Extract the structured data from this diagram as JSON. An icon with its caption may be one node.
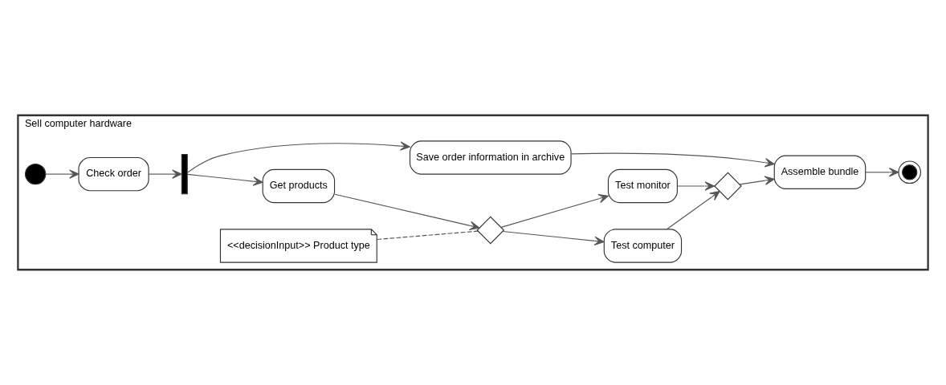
{
  "diagram": {
    "nodes": [
      {
        "text": [
          "Sell computer hardware"
        ]
      },
      {
        "text": [],
        "shape": "circle",
        "in": 0
      },
      {
        "text": [
          "Check order"
        ],
        "in": 0
      },
      {
        "text": [],
        "shape": "bar",
        "in": 0
      },
      {
        "text": [
          "Get products"
        ],
        "in": 0
      },
      {
        "text": [
          "Save order information in archive"
        ],
        "in": 0
      },
      {
        "text": [],
        "shape": "diamond",
        "in": 0
      },
      {
        "text": [
          "<<decisionInput>> Product type"
        ],
        "in": 0
      },
      {
        "text": [
          "Test computer"
        ],
        "in": 0
      },
      {
        "text": [
          "Test monitor"
        ],
        "in": 0
      },
      {
        "text": [],
        "shape": "diamond",
        "in": 0
      },
      {
        "text": [
          "Assemble bundle"
        ],
        "in": 0
      },
      {
        "text": [],
        "shape": "circle",
        "in": 0
      }
    ],
    "edges": [
      {
        "from": 1,
        "to": 2,
        "arrow": "to"
      },
      {
        "from": 2,
        "to": 3,
        "arrow": "to"
      },
      {
        "from": 3,
        "to": 4,
        "arrow": "to"
      },
      {
        "from": 3,
        "to": 5,
        "arrow": "to"
      },
      {
        "from": 4,
        "to": 6,
        "arrow": "to"
      },
      {
        "from": 7,
        "to": 6,
        "arrow": "none",
        "style": "dashed"
      },
      {
        "from": 6,
        "to": 8,
        "arrow": "to"
      },
      {
        "from": 6,
        "to": 9,
        "arrow": "to"
      },
      {
        "from": 8,
        "to": 10,
        "arrow": "to"
      },
      {
        "from": 9,
        "to": 10,
        "arrow": "to"
      },
      {
        "from": 5,
        "to": 11,
        "arrow": "to"
      },
      {
        "from": 10,
        "to": 11,
        "arrow": "to"
      },
      {
        "from": 11,
        "to": 12,
        "arrow": "to"
      }
    ]
  }
}
